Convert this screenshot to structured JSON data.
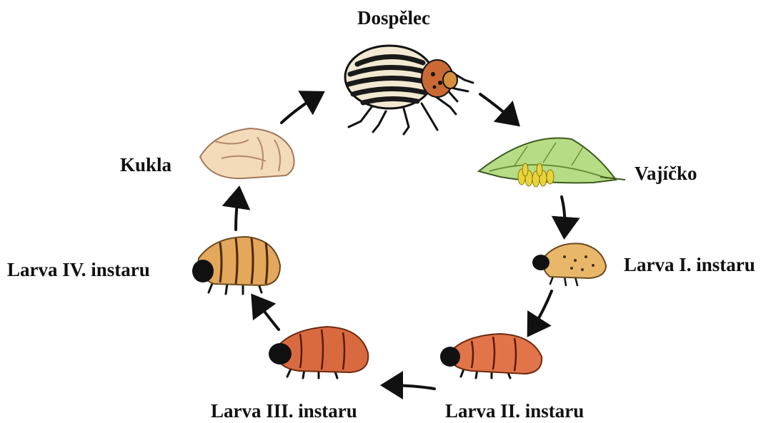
{
  "diagram": {
    "type": "life-cycle",
    "stages": [
      {
        "id": "adult",
        "label": "Dospělec"
      },
      {
        "id": "egg",
        "label": "Vajíčko"
      },
      {
        "id": "larva1",
        "label": "Larva I. instaru"
      },
      {
        "id": "larva2",
        "label": "Larva II. instaru"
      },
      {
        "id": "larva3",
        "label": "Larva III. instaru"
      },
      {
        "id": "larva4",
        "label": "Larva IV. instaru"
      },
      {
        "id": "pupa",
        "label": "Kukla"
      }
    ],
    "arrows": [
      {
        "from": "adult",
        "to": "egg"
      },
      {
        "from": "egg",
        "to": "larva1"
      },
      {
        "from": "larva1",
        "to": "larva2"
      },
      {
        "from": "larva2",
        "to": "larva3"
      },
      {
        "from": "larva3",
        "to": "larva4"
      },
      {
        "from": "larva4",
        "to": "pupa"
      },
      {
        "from": "pupa",
        "to": "adult"
      }
    ],
    "colors": {
      "label": "#111111",
      "arrow": "#111111",
      "leaf": "#b7dc86",
      "eggs": "#e8d43a",
      "larva_early": "#e9b76a",
      "larva_mid": "#e2744a",
      "larva_late": "#d96a40",
      "larva_final": "#e3a85c",
      "pupa": "#f3dbb9",
      "adult_stripe": "#1a1a1a",
      "adult_shell": "#f3e9d2",
      "adult_head": "#c96a35"
    }
  }
}
